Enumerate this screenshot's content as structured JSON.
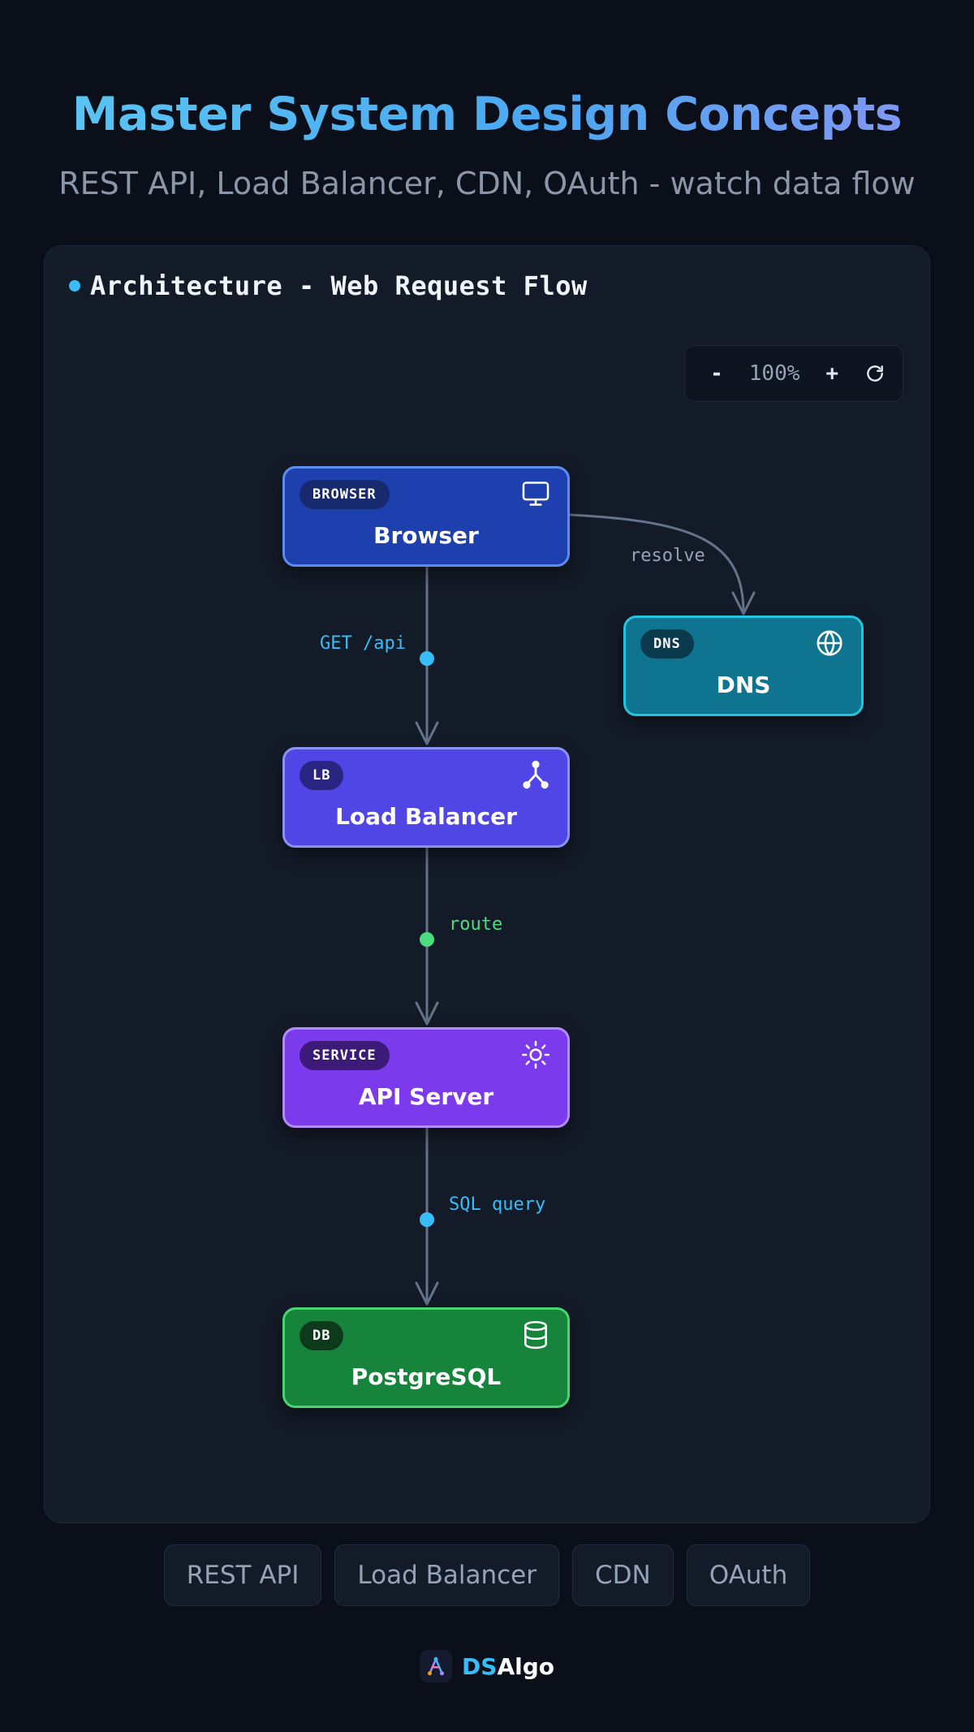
{
  "header": {
    "title": "Master System Design Concepts",
    "subtitle": "REST API, Load Balancer, CDN, OAuth - watch data flow"
  },
  "panel": {
    "title": "Architecture - Web Request Flow",
    "zoom": {
      "minus": "-",
      "level": "100%",
      "plus": "+"
    }
  },
  "diagram": {
    "nodes": [
      {
        "id": "browser",
        "badge": "BROWSER",
        "label": "Browser",
        "icon": "monitor-icon",
        "color": "#1e3fae"
      },
      {
        "id": "dns",
        "badge": "DNS",
        "label": "DNS",
        "icon": "globe-icon",
        "color": "#0e7490"
      },
      {
        "id": "lb",
        "badge": "LB",
        "label": "Load Balancer",
        "icon": "split-icon",
        "color": "#4f46e5"
      },
      {
        "id": "api",
        "badge": "SERVICE",
        "label": "API Server",
        "icon": "sun-icon",
        "color": "#7c3aed"
      },
      {
        "id": "db",
        "badge": "DB",
        "label": "PostgreSQL",
        "icon": "database-icon",
        "color": "#16843a"
      }
    ],
    "edges": [
      {
        "from": "browser",
        "to": "dns",
        "label": "resolve",
        "color": "#94a3b8"
      },
      {
        "from": "browser",
        "to": "lb",
        "label": "GET /api",
        "color": "#38bdf8"
      },
      {
        "from": "lb",
        "to": "api",
        "label": "route",
        "color": "#4ade80"
      },
      {
        "from": "api",
        "to": "db",
        "label": "SQL query",
        "color": "#38bdf8"
      }
    ]
  },
  "chips": [
    "REST API",
    "Load Balancer",
    "CDN",
    "OAuth"
  ],
  "brand": {
    "prefix": "DS",
    "suffix": "Algo"
  }
}
